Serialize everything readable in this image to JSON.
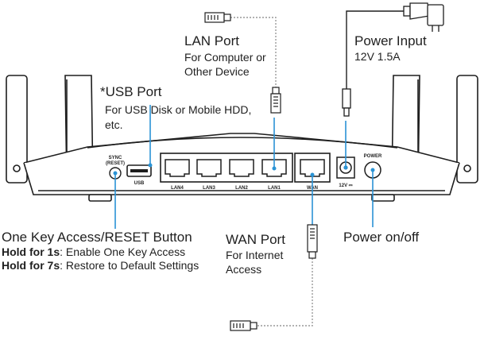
{
  "labels": {
    "lan_port_title": "LAN Port",
    "lan_port_desc_1": "For Computer or",
    "lan_port_desc_2": "Other Device",
    "power_input_title": "Power Input",
    "power_input_spec": "12V 1.5A",
    "usb_port_title": "*USB Port",
    "usb_port_desc_1": "For USB Disk or Mobile HDD,",
    "usb_port_desc_2": "etc.",
    "reset_title": "One Key Access/RESET Button",
    "hold1_bold": "Hold for 1s",
    "hold1_text": ": Enable One Key Access",
    "hold7_bold": "Hold for 7s",
    "hold7_text": ": Restore to Default Settings",
    "wan_port_title": "WAN Port",
    "wan_port_desc_1": "For Internet",
    "wan_port_desc_2": "Access",
    "power_button_title": "Power on/off"
  },
  "panel": {
    "sync_1": "SYNC",
    "sync_2": "(RESET)",
    "usb": "USB",
    "lan4": "LAN4",
    "lan3": "LAN3",
    "lan2": "LAN2",
    "lan1": "LAN1",
    "wan": "WAN",
    "power": "POWER",
    "dc": "12V ⎓"
  },
  "colors": {
    "accent": "#2a93d5",
    "line": "#1e1e1e",
    "cable": "#999999"
  }
}
